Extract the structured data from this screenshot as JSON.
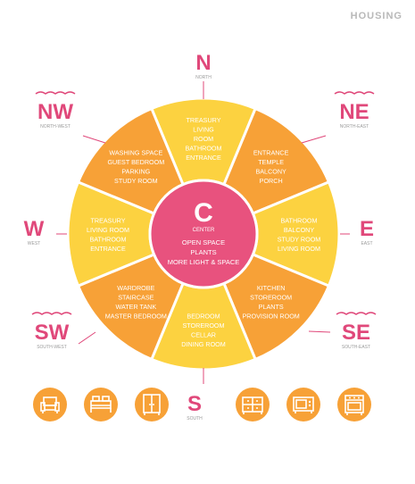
{
  "brand": "HOUSING",
  "colors": {
    "magenta": "#e0487a",
    "orange": "#f7a137",
    "yellow": "#fcd240",
    "center": "#e8527e",
    "white": "#ffffff"
  },
  "center": {
    "letter": "C",
    "label": "CENTER",
    "lines": [
      "OPEN SPACE",
      "PLANTS",
      "MORE LIGHT & SPACE"
    ]
  },
  "directions": [
    {
      "abbr": "N",
      "name": "NORTH",
      "wavy": false
    },
    {
      "abbr": "NE",
      "name": "NORTH-EAST",
      "wavy": true
    },
    {
      "abbr": "E",
      "name": "EAST",
      "wavy": false
    },
    {
      "abbr": "SE",
      "name": "SOUTH-EAST",
      "wavy": true
    },
    {
      "abbr": "S",
      "name": "SOUTH",
      "wavy": false
    },
    {
      "abbr": "SW",
      "name": "SOUTH-WEST",
      "wavy": true
    },
    {
      "abbr": "W",
      "name": "WEST",
      "wavy": false
    },
    {
      "abbr": "NW",
      "name": "NORTH-WEST",
      "wavy": true
    }
  ],
  "segments": [
    {
      "dir": "N",
      "fill": "yellow",
      "items": [
        "TREASURY",
        "LIVING",
        "ROOM",
        "BATHROOM",
        "ENTRANCE"
      ]
    },
    {
      "dir": "NE",
      "fill": "orange",
      "items": [
        "ENTRANCE",
        "TEMPLE",
        "BALCONY",
        "PORCH"
      ]
    },
    {
      "dir": "E",
      "fill": "yellow",
      "items": [
        "BATHROOM",
        "BALCONY",
        "STUDY ROOM",
        "LIVING ROOM"
      ]
    },
    {
      "dir": "SE",
      "fill": "orange",
      "items": [
        "KITCHEN",
        "STOREROOM",
        "PLANTS",
        "PROVISION ROOM"
      ]
    },
    {
      "dir": "S",
      "fill": "yellow",
      "items": [
        "BEDROOM",
        "STOREROOM",
        "CELLAR",
        "DINING ROOM"
      ]
    },
    {
      "dir": "SW",
      "fill": "orange",
      "items": [
        "WARDROBE",
        "STAIRCASE",
        "WATER TANK",
        "MASTER BEDROOM"
      ]
    },
    {
      "dir": "W",
      "fill": "yellow",
      "items": [
        "TREASURY",
        "LIVING ROOM",
        "BATHROOM",
        "ENTRANCE"
      ]
    },
    {
      "dir": "NW",
      "fill": "orange",
      "items": [
        "WASHING SPACE",
        "GUEST BEDROOM",
        "PARKING",
        "STUDY ROOM"
      ]
    }
  ],
  "icons": [
    "armchair-icon",
    "bed-icon",
    "wardrobe-icon",
    "drawer-cabinet-icon",
    "microwave-icon",
    "oven-icon"
  ]
}
